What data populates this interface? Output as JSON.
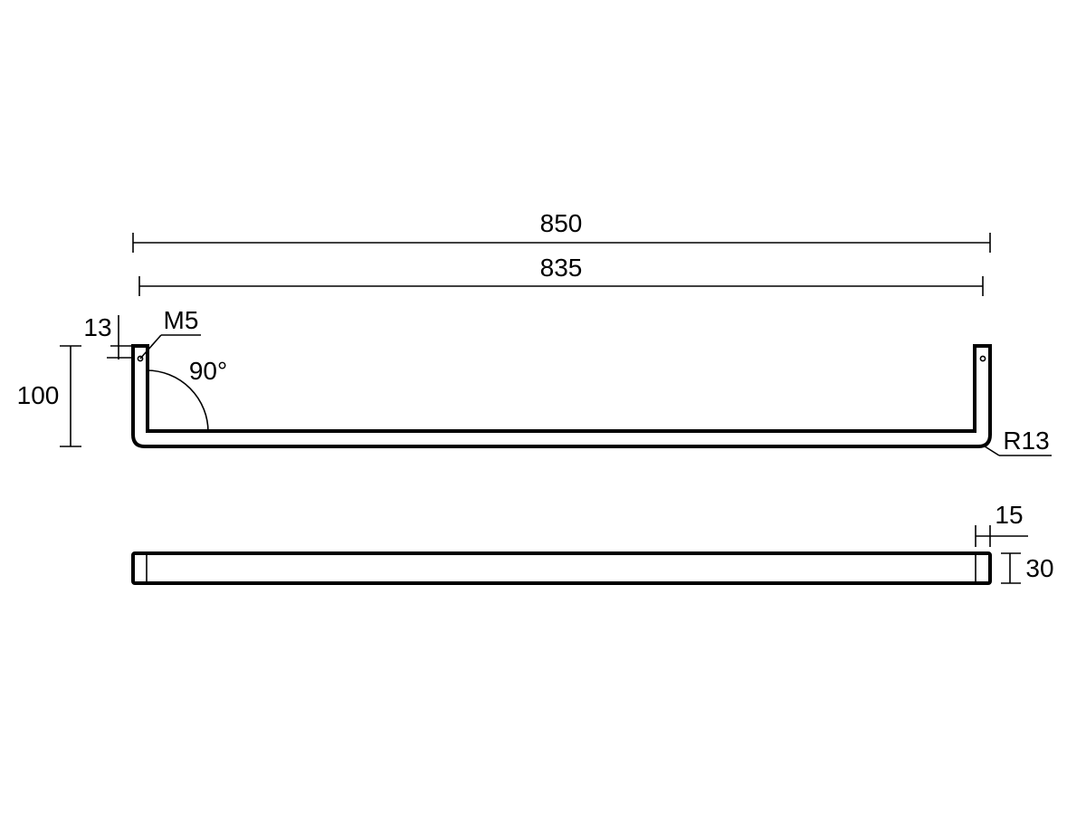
{
  "dimensions": {
    "overall_width": "850",
    "inner_width": "835",
    "height": "100",
    "hole_offset": "13",
    "thread": "M5",
    "angle": "90°",
    "bend_radius": "R13",
    "end_width": "15",
    "depth": "30"
  },
  "colors": {
    "line": "#000000",
    "background": "#ffffff"
  }
}
